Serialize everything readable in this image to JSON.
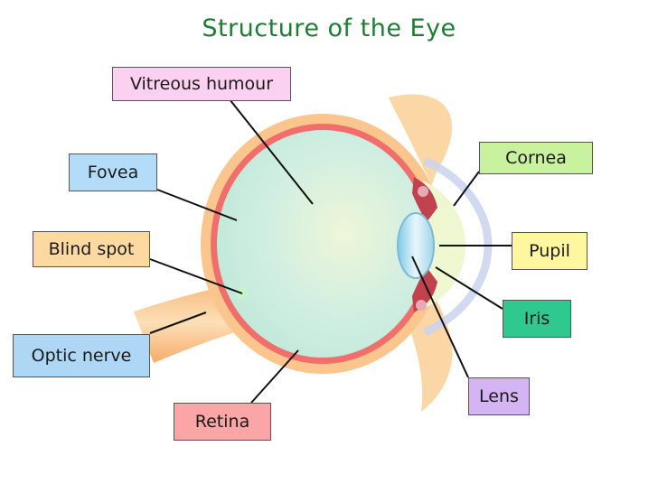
{
  "title": "Structure of the Eye",
  "labels": {
    "vitreous_humour": "Vitreous humour",
    "fovea": "Fovea",
    "blind_spot": "Blind spot",
    "optic_nerve": "Optic nerve",
    "retina": "Retina",
    "cornea": "Cornea",
    "pupil": "Pupil",
    "iris": "Iris",
    "lens": "Lens"
  },
  "colors": {
    "title": "#1e7d34",
    "vitreous_humour": "#fbd0f0",
    "fovea": "#b3dcf9",
    "blind_spot": "#ffd9a0",
    "optic_nerve": "#aed7f5",
    "retina": "#fba6a6",
    "cornea": "#c8f29e",
    "pupil": "#fff7a0",
    "iris": "#2fc98f",
    "lens": "#d4b4f3"
  }
}
